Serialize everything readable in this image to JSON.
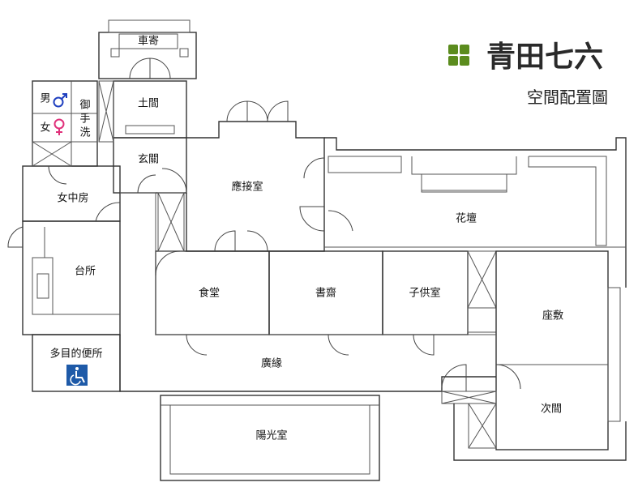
{
  "header": {
    "logo_text": "青田七六",
    "plan_title": "空間配置圖"
  },
  "colors": {
    "logo_green": "#5b8c1e",
    "male_blue": "#1f3fbf",
    "female_pink": "#e0307a",
    "accessible_blue": "#1e5aa8"
  },
  "rooms": {
    "carport": "車寄",
    "earth_floor": "土間",
    "entrance": "玄關",
    "reception": "應接室",
    "maid_room": "女中房",
    "kitchen": "台所",
    "flower_bed": "花壇",
    "dining": "食堂",
    "study": "書齋",
    "kids_room": "子供室",
    "zashiki": "座敷",
    "accessible_toilet": "多目的便所",
    "veranda": "廣緣",
    "next_room": "次間",
    "sunroom": "陽光室",
    "washroom": "御手洗"
  },
  "restrooms": {
    "male_label": "男",
    "male_icon": "male-symbol-icon",
    "female_label": "女",
    "female_icon": "female-symbol-icon",
    "accessible_icon": "wheelchair-icon"
  }
}
